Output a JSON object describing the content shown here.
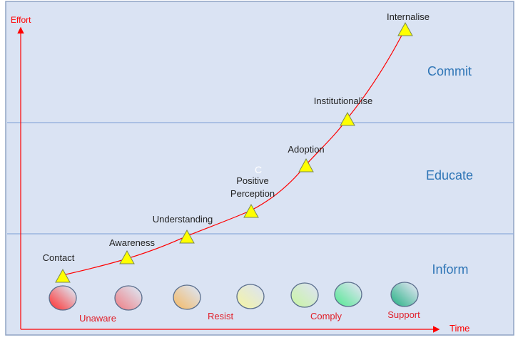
{
  "axes": {
    "y_label": "Effort",
    "x_label": "Time"
  },
  "zones": [
    {
      "label": "Commit"
    },
    {
      "label": "Educate"
    },
    {
      "label": "Inform"
    }
  ],
  "milestones": [
    {
      "label": "Contact"
    },
    {
      "label": "Awareness"
    },
    {
      "label": "Understanding"
    },
    {
      "label": "Positive",
      "label2": "Perception"
    },
    {
      "label": "Adoption"
    },
    {
      "label": "Institutionalise"
    },
    {
      "label": "Internalise"
    }
  ],
  "stages": [
    {
      "label": "Unaware"
    },
    {
      "label": "Resist"
    },
    {
      "label": "Comply"
    },
    {
      "label": "Support"
    }
  ],
  "stray_mark": "C",
  "colors": {
    "background": "#dae3f3",
    "axis": "#ff0000",
    "zone_text": "#2e75b6",
    "triangle": "#ffff00",
    "stage_text": "#e0202a",
    "circles": [
      "#ff2a2a",
      "#f07a80",
      "#f5b860",
      "#f5f5a0",
      "#c8f5a0",
      "#50e890",
      "#20b080"
    ]
  }
}
